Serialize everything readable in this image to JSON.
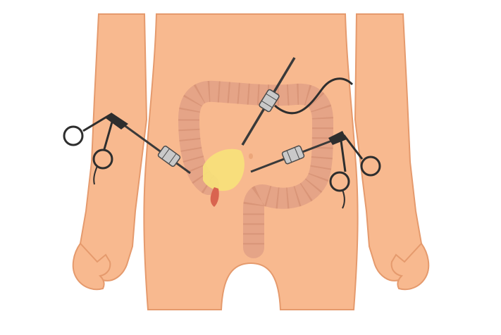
{
  "illustration": {
    "subject": "laparoscopic-appendectomy",
    "colors": {
      "background": "#ffffff",
      "skin": "#f8b98f",
      "skin_outline": "#e59a6d",
      "colon": "#e2a186",
      "colon_outline": "#c98166",
      "inflamed_region": "#f7e27a",
      "appendix": "#d9644f",
      "instrument_metal": "#6b6b6b",
      "instrument_port": "#c9c9c9",
      "instrument_dark": "#2e2e2e"
    },
    "instruments": [
      {
        "name": "left-grasper",
        "icon": "grasper-icon"
      },
      {
        "name": "camera-scope",
        "icon": "laparoscope-icon"
      },
      {
        "name": "right-grasper",
        "icon": "grasper-icon"
      }
    ]
  }
}
